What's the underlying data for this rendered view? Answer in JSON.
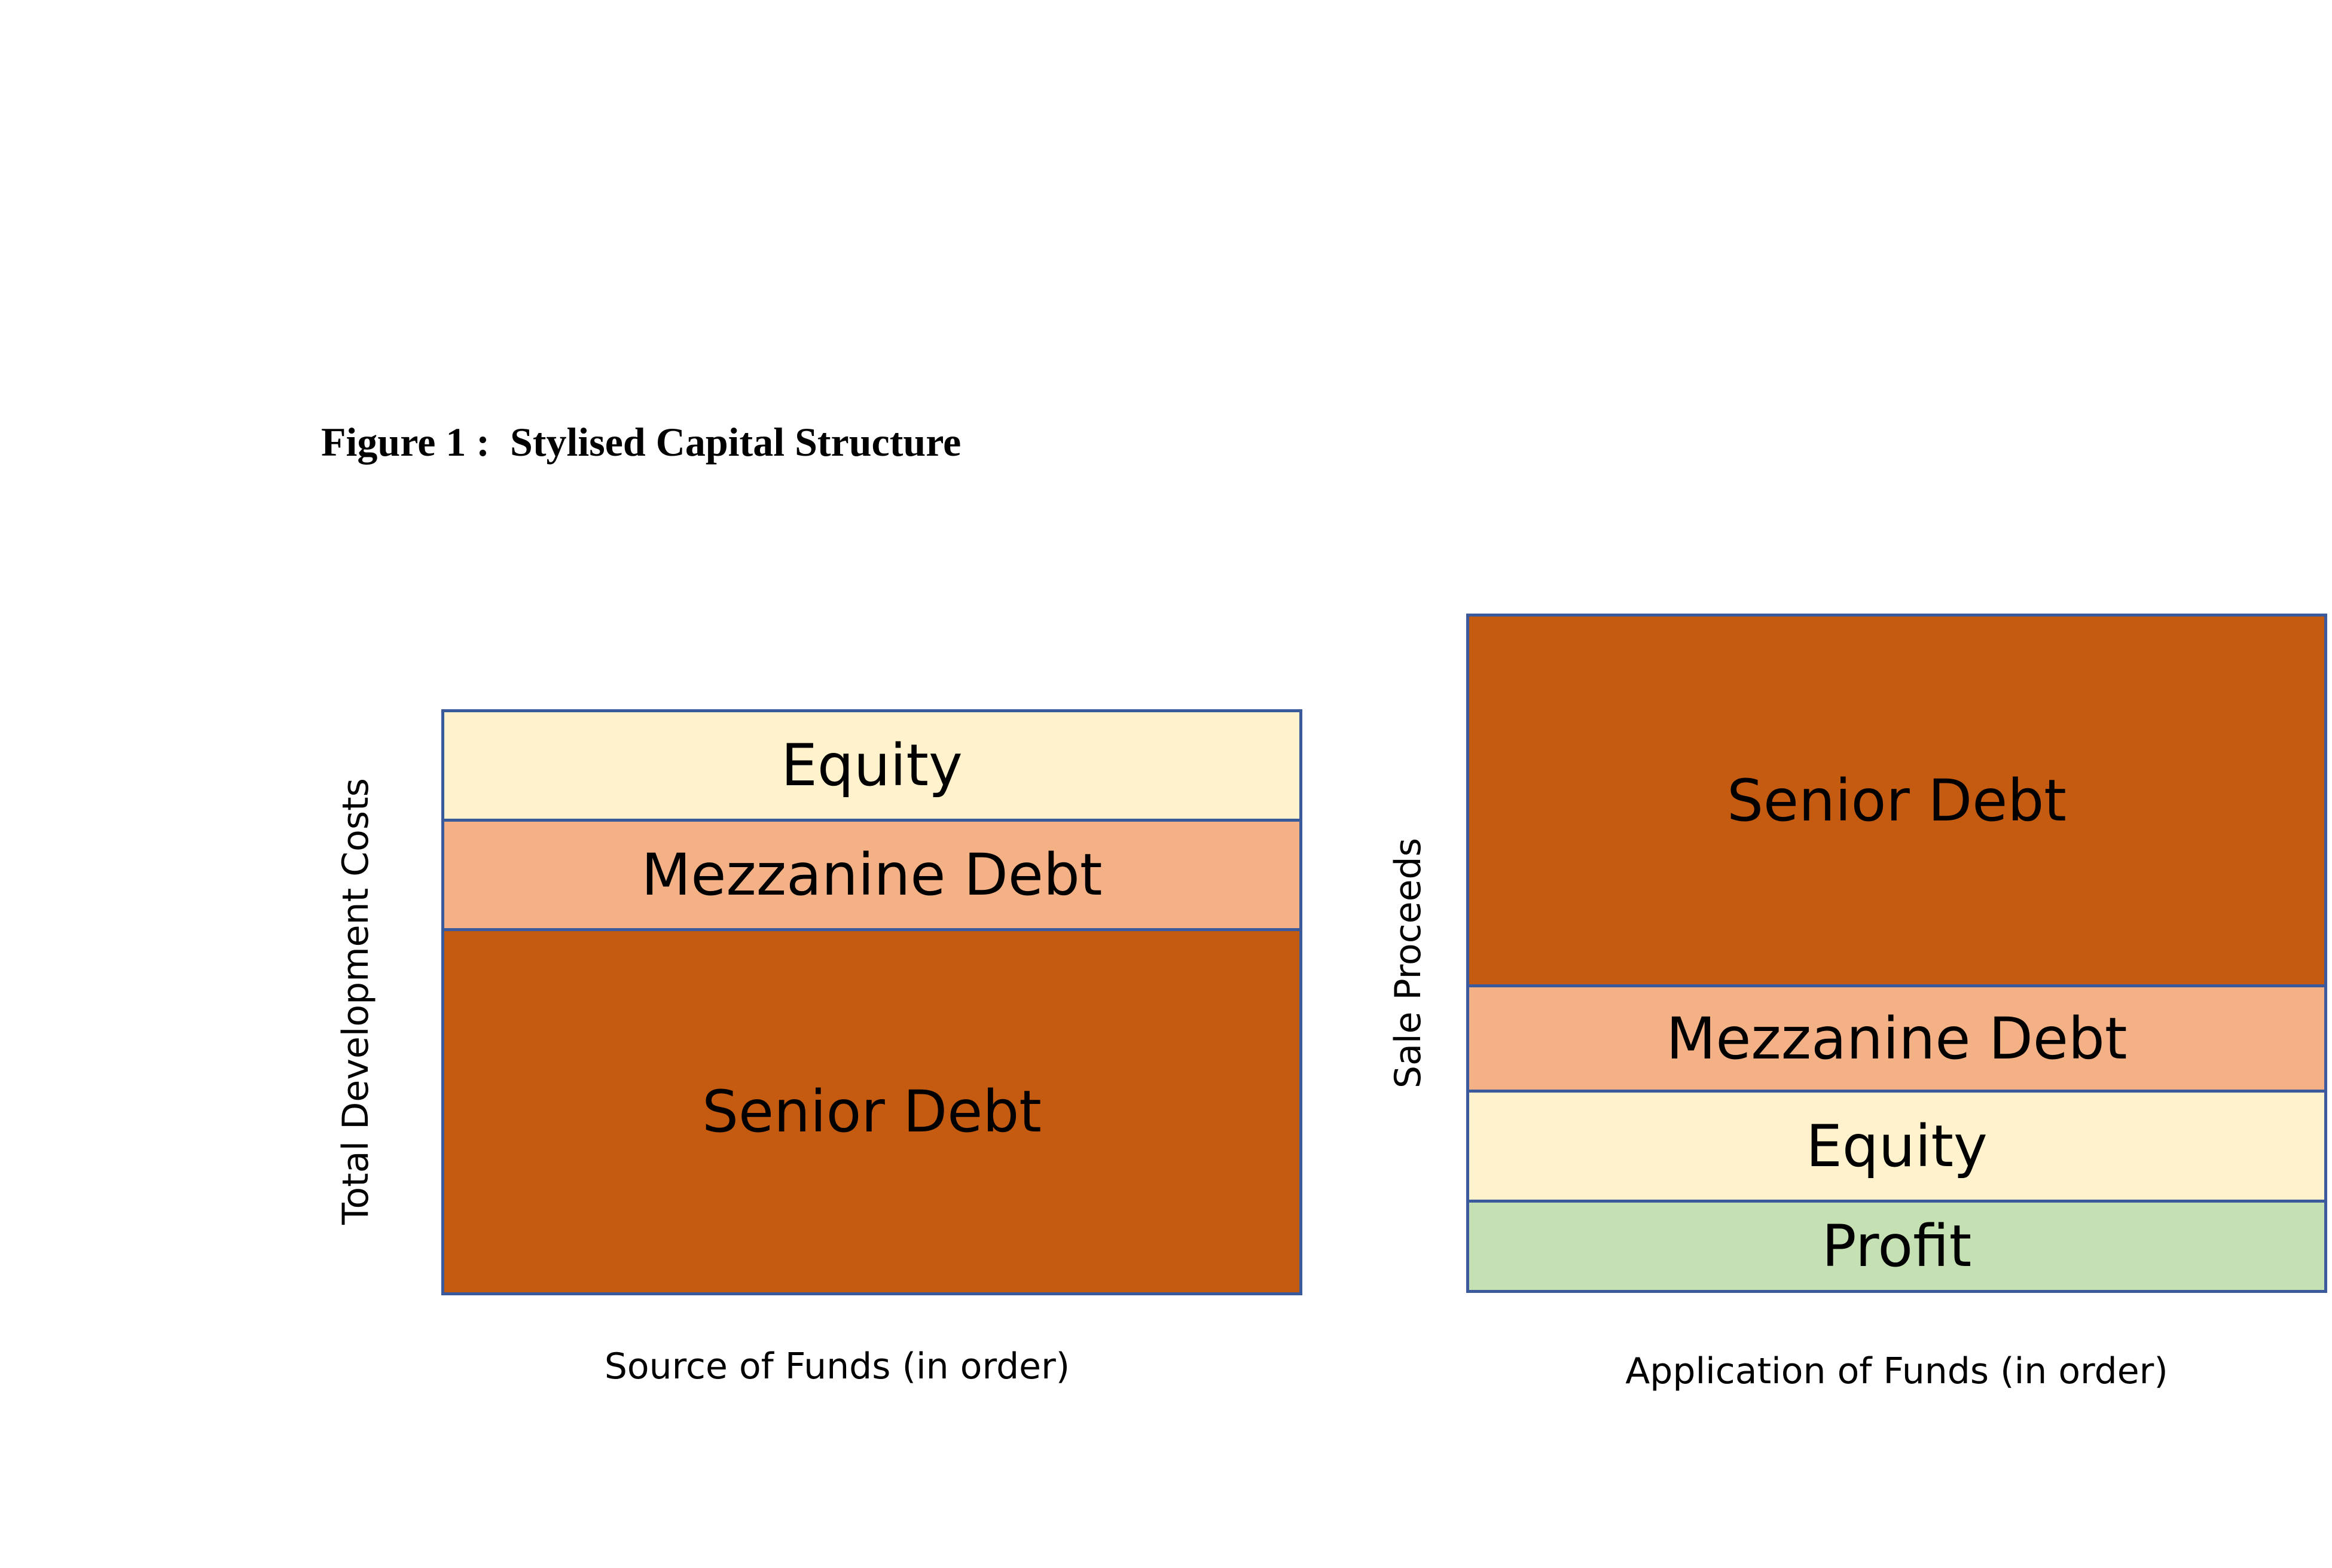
{
  "figure_title": "Figure 1 :  Stylised Capital Structure",
  "left_diagram": {
    "y_label": "Total Development Costs",
    "x_label": "Source of Funds (in order)",
    "segments": [
      {
        "label": "Equity",
        "color": "#fff2cd"
      },
      {
        "label": "Mezzanine Debt",
        "color": "#f4b185"
      },
      {
        "label": "Senior Debt",
        "color": "#c55a11"
      }
    ]
  },
  "right_diagram": {
    "y_label": "Sale Proceeds",
    "x_label": "Application of Funds (in order)",
    "segments": [
      {
        "label": "Senior Debt",
        "color": "#c55a11"
      },
      {
        "label": "Mezzanine Debt",
        "color": "#f4b185"
      },
      {
        "label": "Equity",
        "color": "#fff2cd"
      },
      {
        "label": "Profit",
        "color": "#c5e0b3"
      }
    ]
  },
  "colors": {
    "border": "#3a5a9c",
    "equity": "#fff2cd",
    "mezzanine": "#f4b185",
    "senior": "#c55a11",
    "profit": "#c5e0b3"
  }
}
